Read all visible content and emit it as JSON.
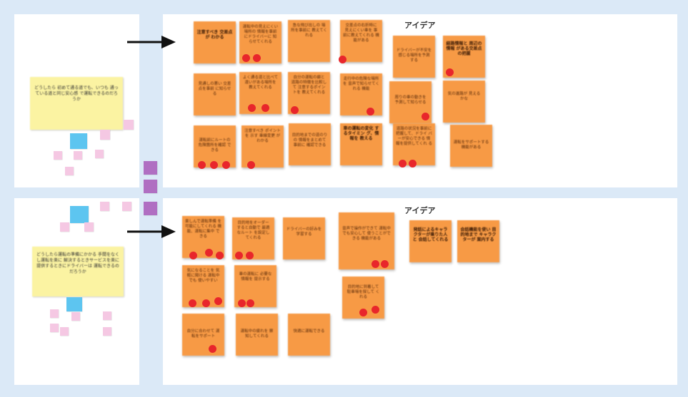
{
  "board": {
    "section1_heading": "アイデア",
    "section2_heading": "アイデア",
    "colors": {
      "sticky": "#f79a45",
      "dot": "#e8262b",
      "question": "#fbf3a2",
      "pink": "#f5c8e3",
      "blue": "#5dc5f0",
      "purple": "#b06fc2"
    }
  },
  "questions": [
    {
      "text": "どうしたら 初めて通る道でも、いつも 通っている道と同じ安心感 で運転できるのだろうか"
    },
    {
      "text": "どうしたら運転の準備にかかる 手間をなくし運転を楽に 解決するときサービスを楽に 提供するときにドライバーは 運転できるのだろうか"
    }
  ],
  "s1_notes": [
    {
      "text": "注意すべき 交差点が わかる"
    },
    {
      "text": "運転中の見えにくい場所の 情報を事前にドライバーに 知らせてくれる"
    },
    {
      "text": "急な飛び出しの 場所を事前に 教えてくれる"
    },
    {
      "text": "交差点の右折時に 見えにくい車を 事前に教えてくれる 機能がある"
    },
    {
      "text": "ドライバーが不安を 感じる場所を予測 する"
    },
    {
      "text": "経路情報と 周辺の情報 がある交差点 の把握"
    },
    {
      "text": "見通しの悪い 交差点を事前 に知らせる"
    },
    {
      "text": "よく通る道と比べて 違いがある場所を 教えてくれる"
    },
    {
      "text": "自分の運転の癖と 道路の特徴を比較して 注意するポイントを 教えてくれる"
    },
    {
      "text": "走行中の危険な場所を 音声で知らせてくれる 機能"
    },
    {
      "text": "周りの車の動きを 予測して知らせる"
    },
    {
      "text": "気の進路が 見えるかな"
    },
    {
      "text": "運転前にルートの 危険箇所を確認 できる"
    },
    {
      "text": "注意すべき ポイントを 示す 車線変更 がわかる"
    },
    {
      "text": "目的地までの道のりの 情報をまとめて事前に 確認できる"
    },
    {
      "text": "車の運転の変化 するタイミン グ、情報を 教える"
    },
    {
      "text": "道路の状況を事前に 把握して、ドライ バーが安心できる 情報を提供してくれ る"
    },
    {
      "text": "運転をサポートする 機能がある"
    }
  ],
  "s2_notes": [
    {
      "text": "楽しんで運転準備 を可能にしてくれる 機能、運転に集中 できる"
    },
    {
      "text": "目的地をオーダー すると自動で 最適なルート を設定してくれる"
    },
    {
      "text": "ドライバーの好みを 学習する"
    },
    {
      "text": "音声で操作ができて 運転中でも安心して 使うことができる 機能がある"
    },
    {
      "text": "発話によるキャラ クターが乗りた人と 会話してくれる"
    },
    {
      "text": "会話機能を使い 目的地まで キャラクターが 案内する"
    },
    {
      "text": "気になることを 気軽に聞ける 運転中でも 使いやすい"
    },
    {
      "text": "車の運転に 必要な情報を 提示する"
    },
    {
      "text": "目的地に到着して 駐車場を探して くれる"
    },
    {
      "text": "自分に合わせて 運転をサポート"
    },
    {
      "text": "運転中の疲れを 察知してくれる"
    },
    {
      "text": "快適に運転できる"
    }
  ]
}
